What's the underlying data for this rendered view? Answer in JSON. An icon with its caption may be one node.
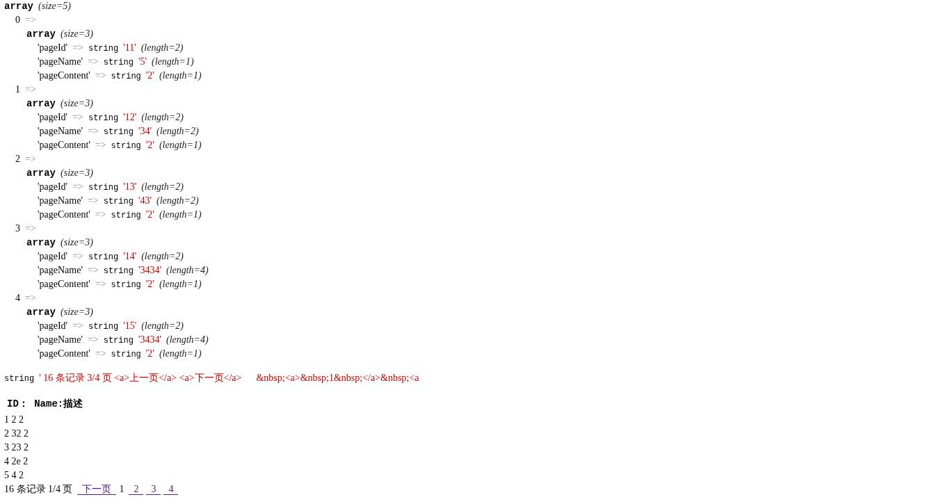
{
  "diagram": {
    "labels": [
      "array",
      "(size=5)",
      "0",
      "=>",
      "array",
      "(size=3)",
      "'pageId'",
      "=>",
      "string",
      "'11'",
      "(length=2)",
      "'pageName'",
      "=>",
      "string",
      "'5'",
      "(length=1)",
      "'pageContent'",
      "=>",
      "string",
      "'2'",
      "(length=1)",
      "1",
      "=>",
      "array",
      "(size=3)",
      "'pageId'",
      "=>",
      "string",
      "'12'",
      "(length=2)",
      "'pageName'",
      "=>",
      "string",
      "'34'",
      "(length=2)",
      "'pageContent'",
      "=>",
      "string",
      "'2'",
      "(length=1)",
      "2",
      "=>",
      "array",
      "(size=3)",
      "'pageId'",
      "=>",
      "string",
      "'13'",
      "(length=2)",
      "'pageName'",
      "=>",
      "string",
      "'43'",
      "(length=2)",
      "'pageContent'",
      "=>",
      "string",
      "'2'",
      "(length=1)",
      "3",
      "=>",
      "array",
      "(size=3)",
      "'pageId'",
      "=>",
      "string",
      "'14'",
      "(length=2)",
      "'pageName'",
      "=>",
      "string",
      "'3434'",
      "(length=4)",
      "'pageContent'",
      "=>",
      "string",
      "'2'",
      "(length=1)",
      "4",
      "=>",
      "array",
      "(size=3)",
      "'pageId'",
      "=>",
      "string",
      "'15'",
      "(length=2)",
      "'pageName'",
      "=>",
      "string",
      "'3434'",
      "(length=4)",
      "'pageContent'",
      "=>",
      "string",
      "'2'",
      "(length=1)",
      "string",
      "' 16 条记录 3/4 页 <a>上一页</a> <a>下一页</a>      &nbsp;<a>&nbsp;1&nbsp;</a>&nbsp;<a",
      "ID： Name:描述",
      "1 2 2",
      "2 32 2",
      "3 23 2",
      "4 2e 2",
      "5 4 2",
      "16 条记录 1/4 页",
      "下一页",
      "1",
      "2",
      "3",
      "4"
    ]
  }
}
